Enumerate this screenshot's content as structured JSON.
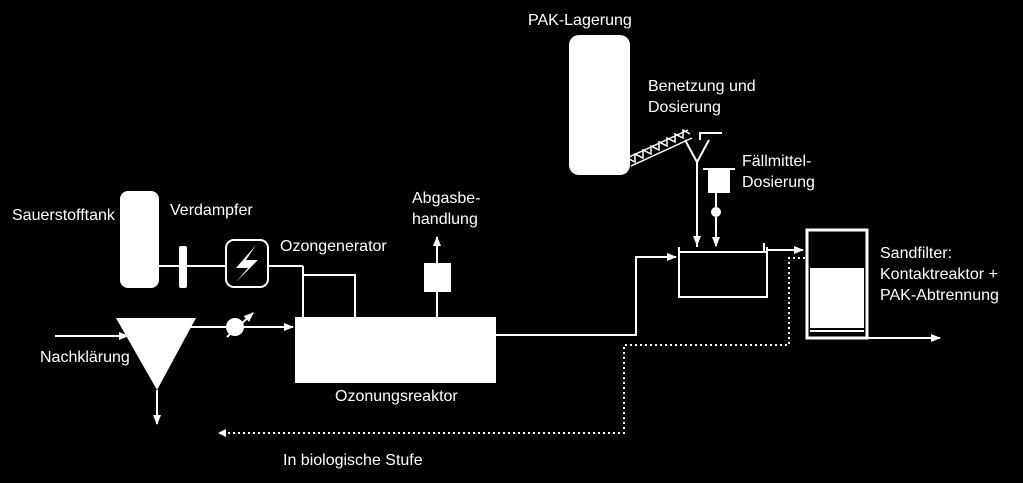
{
  "labels": {
    "pak_storage": "PAK-Lagerung",
    "wetting_line1": "Benetzung und",
    "wetting_line2": "Dosierung",
    "precip_line1": "Fällmittel-",
    "precip_line2": "Dosierung",
    "oxygen_tank": "Sauerstofftank",
    "vaporizer": "Verdampfer",
    "offgas_line1": "Abgasbe-",
    "offgas_line2": "handlung",
    "ozone_generator": "Ozongenerator",
    "sandfilter_line1": "Sandfilter:",
    "sandfilter_line2": "Kontaktreaktor +",
    "sandfilter_line3": "PAK-Abtrennung",
    "secondary_clarifier": "Nachklärung",
    "ozonation_reactor": "Ozonungsreaktor",
    "return_biology": "In biologische Stufe"
  },
  "colors": {
    "background": "#000000",
    "foreground": "#ffffff"
  },
  "icons": {
    "ozone_generator": "lightning-bolt-icon",
    "pump": "pump-icon",
    "conveyor": "screw-conveyor-icon"
  }
}
